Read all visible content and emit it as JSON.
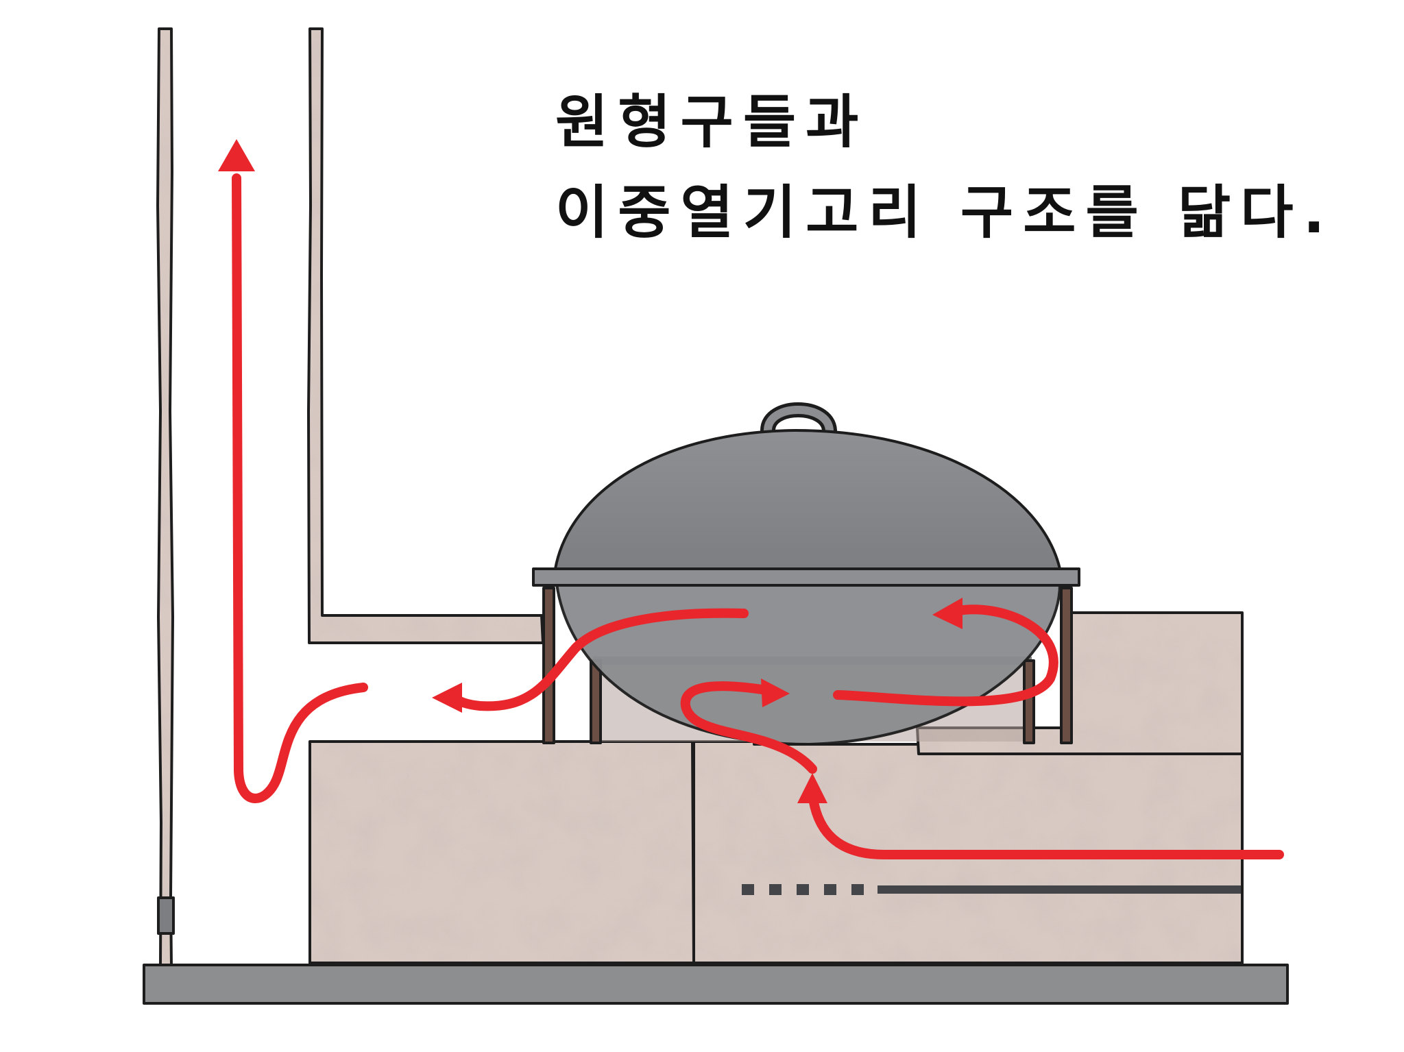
{
  "title": {
    "line1": "원형구들과",
    "line2": "이중열기고리 구조를 닮다."
  },
  "colors": {
    "background": "#ffffff",
    "masonry": "#cdbcb6",
    "masonry_shadow": "#a78f87",
    "iron_pot": "#8b8d90",
    "base_slab": "#8d8e90",
    "heat_flow": "#e8262b",
    "outline": "#1d1d1d"
  },
  "icons": {
    "chimney": "chimney-flue",
    "pot": "iron-cauldron",
    "arrows": "heat-flow-arrow"
  }
}
